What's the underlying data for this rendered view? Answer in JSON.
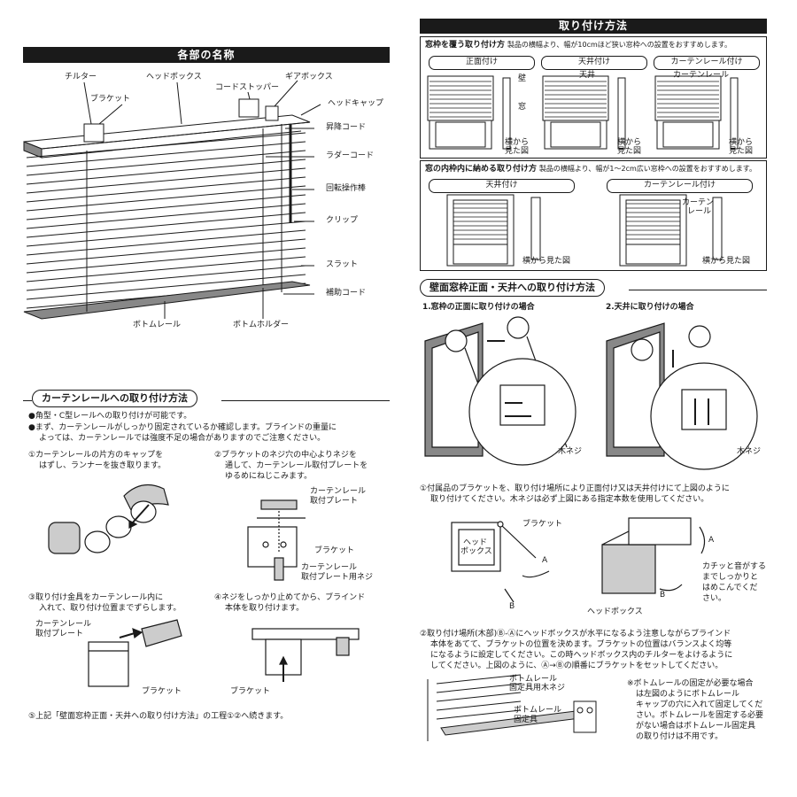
{
  "left": {
    "parts_title": "各部の名称",
    "parts": {
      "tilter": "チルター",
      "bracket": "ブラケット",
      "headbox": "ヘッドボックス",
      "cord_stopper": "コードストッパー",
      "gearbox": "ギアボックス",
      "head_cap": "ヘッドキャップ",
      "lift_cord": "昇降コード",
      "ladder_cord": "ラダーコード",
      "wand": "回転操作棒",
      "clip": "クリップ",
      "slat": "スラット",
      "aux_cord": "補助コード",
      "bottom_rail": "ボトムレール",
      "bottom_holder": "ボトムホルダー"
    },
    "curtain_title": "カーテンレールへの取り付け方法",
    "bullet1": "●角型・C型レールへの取り付けが可能です。",
    "bullet2a": "●まず、カーテンレールがしっかり固定されているか確認します。ブラインドの重量に",
    "bullet2b": "よっては、カーテンレールでは強度不足の場合がありますのでご注意ください。",
    "step1a": "①カーテンレールの片方のキャップを",
    "step1b": "はずし、ランナーを抜き取ります。",
    "step2a": "②ブラケットのネジ穴の中心よりネジを",
    "step2b": "通して、カーテンレール取付プレートを",
    "step2c": "ゆるめにねじこみます。",
    "s2_plate1": "カーテンレール",
    "s2_plate2": "取付プレート",
    "s2_bracket": "ブラケット",
    "s2_screw1": "カーテンレール",
    "s2_screw2": "取付プレート用ネジ",
    "step3a": "③取り付け金具をカーテンレール内に",
    "step3b": "入れて、取り付け位置までずらします。",
    "s3_plate1": "カーテンレール",
    "s3_plate2": "取付プレート",
    "s3_bracket": "ブラケット",
    "step4a": "④ネジをしっかり止めてから、ブラインド",
    "step4b": "本体を取り付けます。",
    "s4_bracket": "ブラケット",
    "step5": "⑤上記「壁面窓枠正面・天井への取り付け方法」の工程①②へ続きます。"
  },
  "right": {
    "install_title": "取り付け方法",
    "cover_title": "窓枠を覆う取り付け方",
    "cover_desc": "製品の横幅より、幅が10cmほど狭い窓枠への設置をおすすめします。",
    "tab_front": "正面付け",
    "tab_ceiling": "天井付け",
    "tab_curtain": "カーテンレール付け",
    "label_wall": "壁",
    "label_window": "窓",
    "label_ceiling": "天井",
    "label_curtain_rail": "カーテンレール",
    "side_view_a": "横から",
    "side_view_b": "見た図",
    "inside_title": "窓の内枠内に納める取り付け方",
    "inside_desc": "製品の横幅より、幅が1〜2cm広い窓枠への設置をおすすめします。",
    "tab_ceiling2": "天井付け",
    "tab_curtain2": "カーテンレール付け",
    "curtain2_a": "カーテン",
    "curtain2_b": "レール",
    "side_view_full": "横から見た図",
    "wall_title": "壁面窓枠正面・天井への取り付け方法",
    "case1": "1.窓枠の正面に取り付けの場合",
    "case2": "2.天井に取り付けの場合",
    "wood_screw": "木ネジ",
    "p1a": "①付属品のブラケットを、取り付け場所により正面付け又は天井付けにて上図のように",
    "p1b": "取り付けてください。木ネジは必ず上図にある指定本数を使用してください。",
    "fig_bracket": "ブラケット",
    "fig_headbox1": "ヘッド",
    "fig_headbox2": "ボックス",
    "fig_a": "A",
    "fig_b": "B",
    "fig_headbox_label": "ヘッドボックス",
    "click_a": "カチッと音がする",
    "click_b": "までしっかりと",
    "click_c": "はめこんでくだ",
    "click_d": "さい。",
    "p2a": "②取り付け場所(木部)Ⓑ-Ⓐにヘッドボックスが水平になるよう注意しながらブラインド",
    "p2b": "本体をあてて、ブラケットの位置を決めます。ブラケットの位置はバランスよく均等",
    "p2c": "になるように設定してください。この時ヘッドボックス内のチルターをよけるように",
    "p2d": "してください。上図のように、Ⓐ→Ⓑの順番にブラケットをセットしてください。",
    "br_screw1": "ボトムレール",
    "br_screw2": "固定具用木ネジ",
    "br_fix1": "ボトムレール",
    "br_fix2": "固定具",
    "note1": "※ボトムレールの固定が必要な場合",
    "note2": "は左図のようにボトムレール",
    "note3": "キャップの穴に入れて固定してくだ",
    "note4": "さい。ボトムレールを固定する必要",
    "note5": "がない場合はボトムレール固定具",
    "note6": "の取り付けは不用です。"
  }
}
